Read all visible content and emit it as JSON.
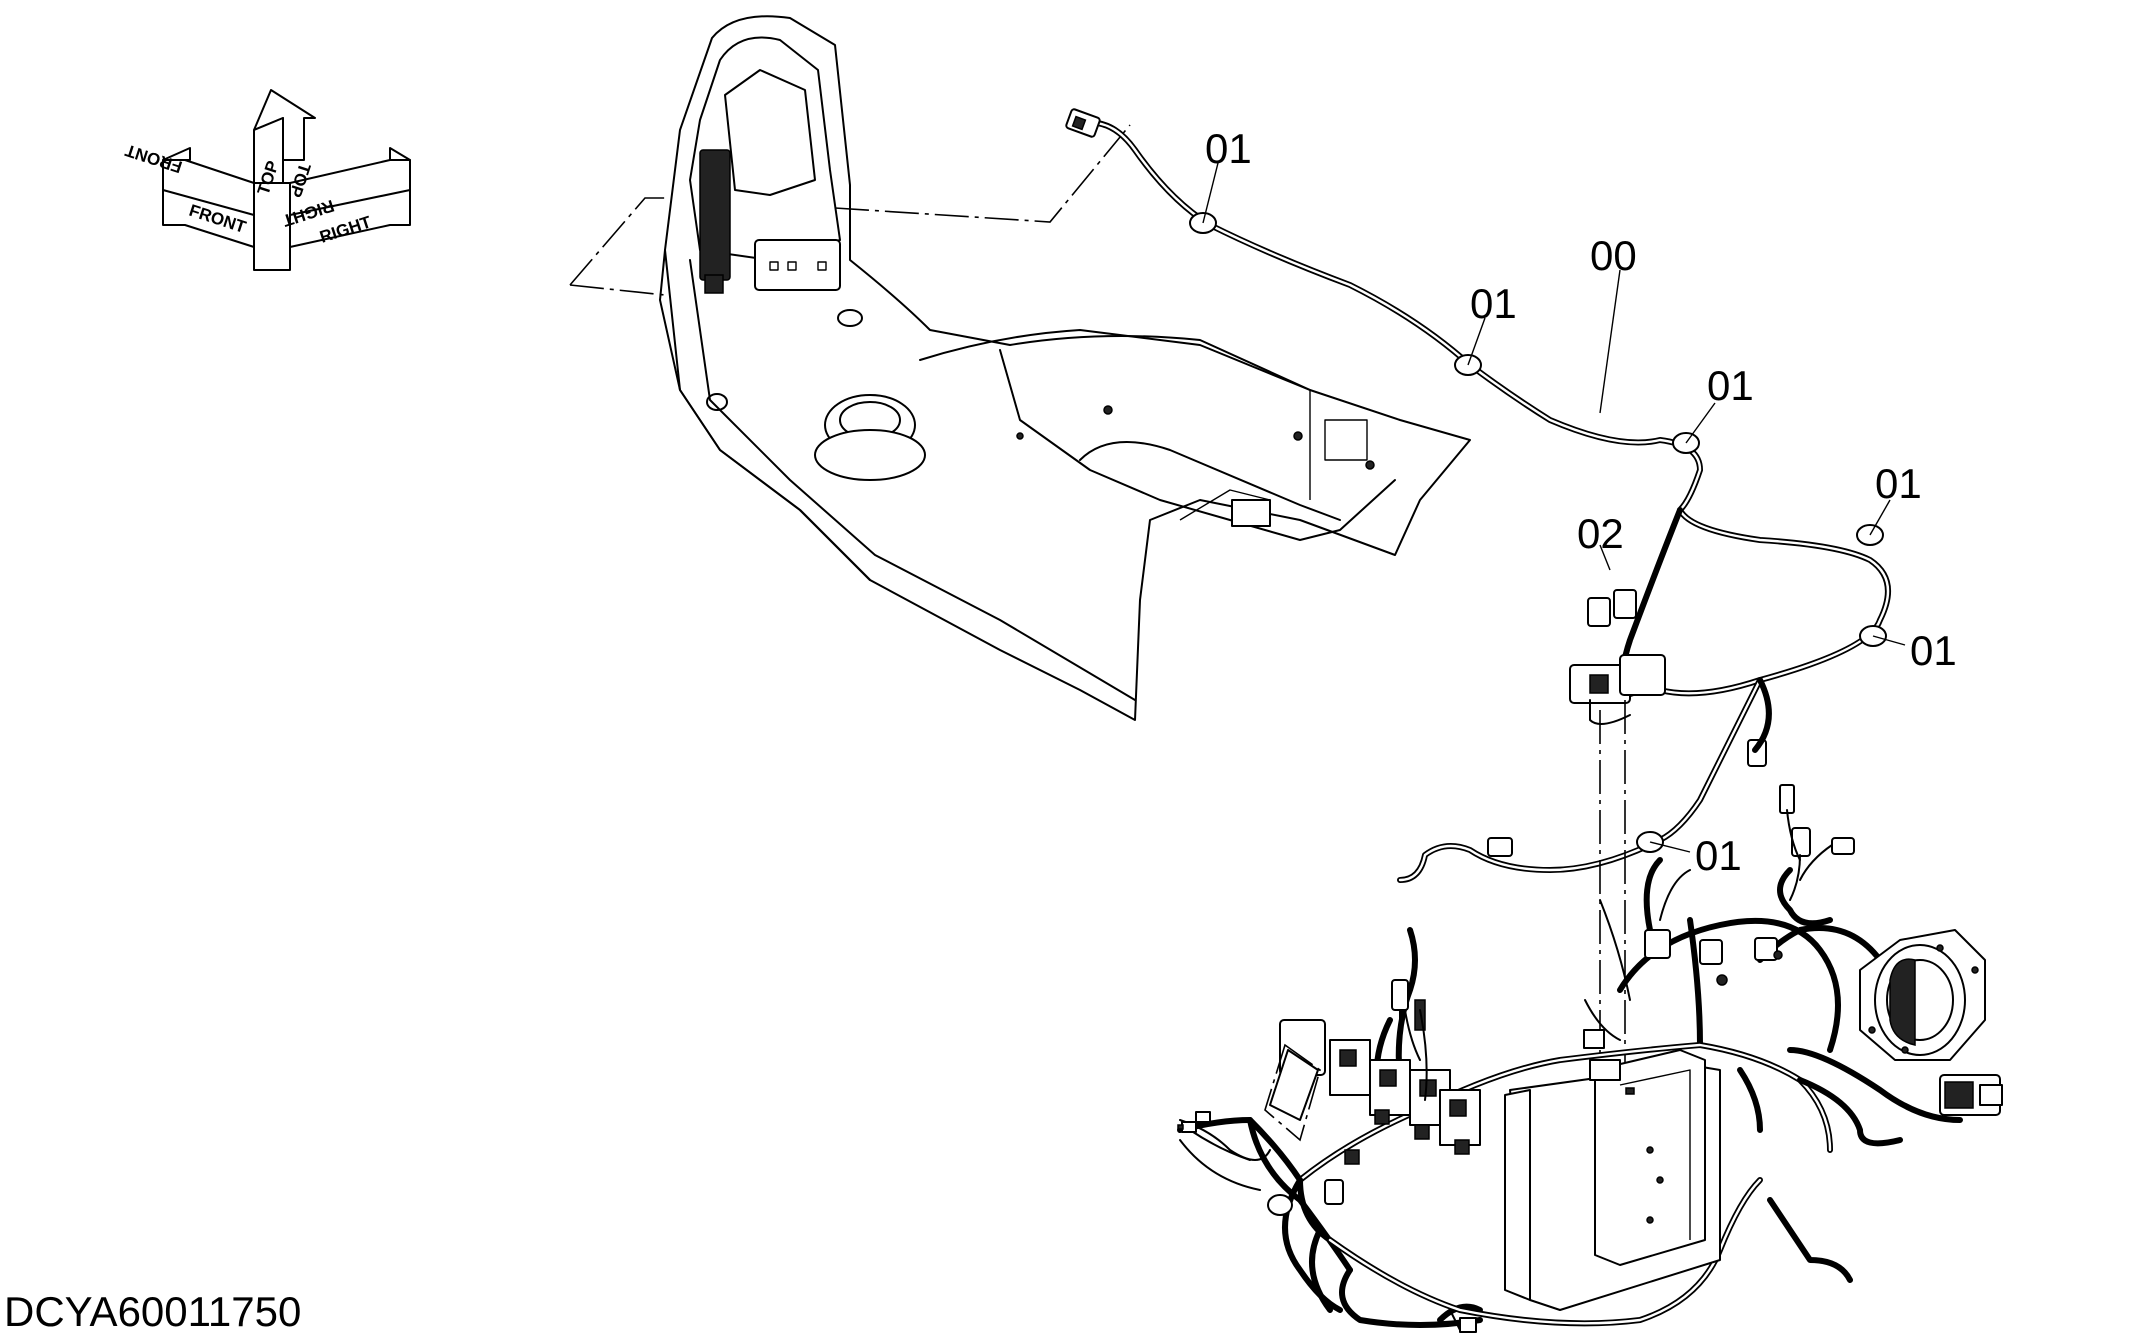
{
  "orientation_marker": {
    "front": "FRONT",
    "top": "TOP",
    "right": "RIGHT"
  },
  "callouts": {
    "main_harness": "00",
    "clip": "01",
    "relay": "02"
  },
  "drawing_id": "DCYA60011750"
}
